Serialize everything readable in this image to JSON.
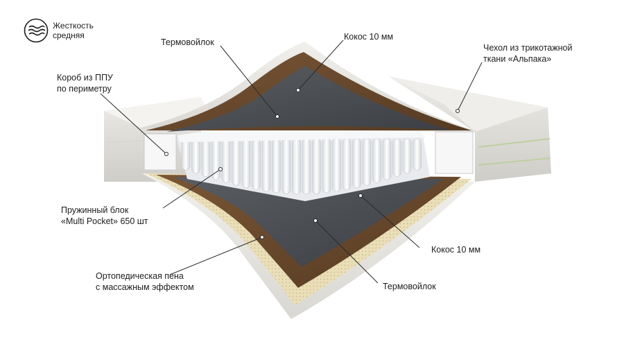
{
  "firmness": {
    "line1": "Жесткость",
    "line2": "средняя",
    "icon": "waves-firmness-icon"
  },
  "callouts": {
    "felt_top": "Термовойлок",
    "coconut_top": "Кокос 10 мм",
    "cover_line1": "Чехол из трикотажной",
    "cover_line2": "ткани «Альпака»",
    "foam_box_line1": "Короб из ППУ",
    "foam_box_line2": "по периметру",
    "springs_line1": "Пружинный блок",
    "springs_line2": "«Multi Pocket» 650 шт",
    "coconut_bottom": "Кокос 10 мм",
    "ortho_line1": "Ортопедическая пена",
    "ortho_line2": "с массажным эффектом",
    "felt_bottom": "Термовойлок"
  },
  "colors": {
    "cover": "#e6e4e0",
    "coconut": "#6b4a2e",
    "felt": "#4a4d52",
    "foam": "#e9dcb4",
    "springs": "#f2f2f2"
  }
}
